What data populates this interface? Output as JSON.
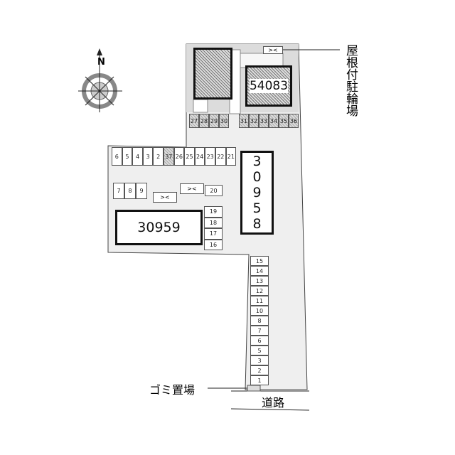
{
  "buildings": {
    "top_right": "54083",
    "right": "30958",
    "left": "30959"
  },
  "labels": {
    "bike_parking": "屋根付駐輪場",
    "garbage": "ゴミ置場",
    "road": "道路",
    "north": "N"
  },
  "spaces": {
    "top_left": [
      "27",
      "28",
      "29",
      "30"
    ],
    "top_right": [
      "31",
      "32",
      "33",
      "34",
      "35",
      "36"
    ],
    "middle_row": [
      "6",
      "5",
      "4",
      "3",
      "2",
      "37",
      "26",
      "25",
      "24",
      "23",
      "22",
      "21"
    ],
    "small_row": [
      "7",
      "8",
      "9"
    ],
    "single": "20",
    "beside_30959": [
      "19",
      "18",
      "17",
      "16"
    ],
    "south_column": [
      "15",
      "14",
      "13",
      "12",
      "11",
      "10",
      "8",
      "7",
      "6",
      "5",
      "3",
      "2",
      "1"
    ]
  },
  "colors": {
    "lot": "#efefef",
    "dotted": "#dcdcdc"
  }
}
